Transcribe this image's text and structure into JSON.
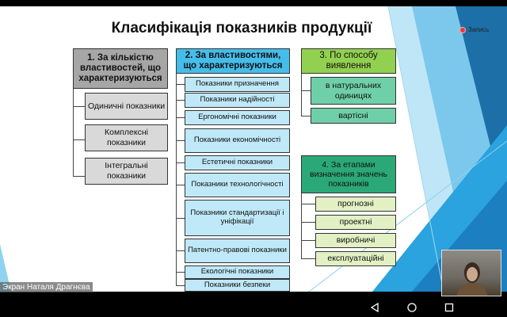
{
  "title": "Класифікація показників продукції",
  "recording": {
    "label": "Запись",
    "color": "#e53935"
  },
  "group1": {
    "header": "1. За кількістю властивостей, що характеризуються",
    "items": [
      "Одиничні показники",
      "Комплексні показники",
      "Інтегральні показники"
    ],
    "color": "#a6a6a6",
    "item_color": "#d9d9d9"
  },
  "group2": {
    "header": "2. За властивостями, що характеризуються",
    "items": [
      "Показники призначення",
      "Показники надійності",
      "Ергономічні показники",
      "Показники економічності",
      "Естетичні показники",
      "Показники технологічності",
      "Показники стандартизації і уніфікації",
      "Патентно-правові показники",
      "Екологічні показники",
      "Показники безпеки"
    ],
    "color": "#45bdeb",
    "item_color": "#bfe8f8"
  },
  "group3": {
    "header": "3. По способу виявлення",
    "items": [
      "в натуральних одиницях",
      "вартісні"
    ],
    "color": "#92d050",
    "item_color": "#6fcfa8"
  },
  "group4": {
    "header": "4. За етапами визначення значень показників",
    "items": [
      "прогнозні",
      "проектні",
      "виробничі",
      "експлуатаційні"
    ],
    "color": "#2ba877",
    "item_color": "#e2f0c4"
  },
  "presenter": {
    "label": "Экран Наталя Драгнєва"
  },
  "nav": {
    "back": "back-icon",
    "home": "home-icon",
    "recents": "recents-icon"
  }
}
